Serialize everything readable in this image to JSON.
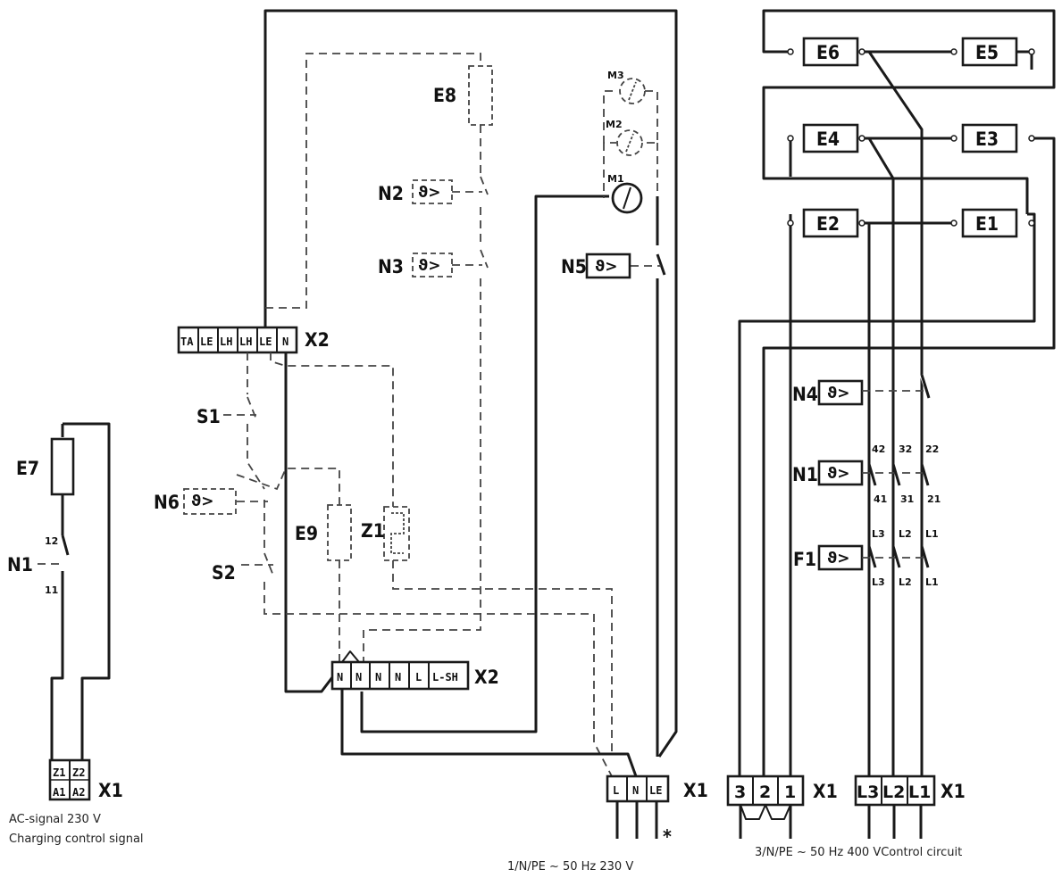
{
  "components": {
    "E1": "E1",
    "E2": "E2",
    "E3": "E3",
    "E4": "E4",
    "E5": "E5",
    "E6": "E6",
    "E7": "E7",
    "E8": "E8",
    "E9": "E9",
    "N1": "N1",
    "N2": "N2",
    "N3": "N3",
    "N4": "N4",
    "N5": "N5",
    "N6": "N6",
    "F1": "F1",
    "S1": "S1",
    "S2": "S2",
    "Z1": "Z1",
    "M1": "M1",
    "M2": "M2",
    "M3": "M3"
  },
  "thermo_symbol": "ϑ>",
  "terminals": {
    "x1": "X1",
    "x2": "X2",
    "x2_top": [
      "TA",
      "LE",
      "LH",
      "LH",
      "LE",
      "N"
    ],
    "x2_bottom": [
      "N",
      "N",
      "N",
      "N",
      "L",
      "L-SH"
    ],
    "x1_signal": [
      "Z1",
      "Z2",
      "A1",
      "A2"
    ],
    "x1_single": [
      "L",
      "N",
      "LE"
    ],
    "x1_control": [
      "3",
      "2",
      "1"
    ],
    "x1_three": [
      "L3",
      "L2",
      "L1"
    ]
  },
  "contacts": {
    "n1_left": [
      "12",
      "11"
    ],
    "n1_right_top": [
      "42",
      "32",
      "22"
    ],
    "n1_right_bottom": [
      "41",
      "31",
      "21"
    ],
    "f1_top": [
      "L3",
      "L2",
      "L1"
    ],
    "f1_bottom": [
      "L3",
      "L2",
      "L1"
    ]
  },
  "captions": {
    "signal_line1": "AC-signal 230 V",
    "signal_line2": "Charging control signal",
    "single_phase": "1/N/PE ~ 50 Hz 230 V",
    "asterisk": "*",
    "three_phase": "3/N/PE ~ 50 Hz 400 VControl circuit"
  }
}
